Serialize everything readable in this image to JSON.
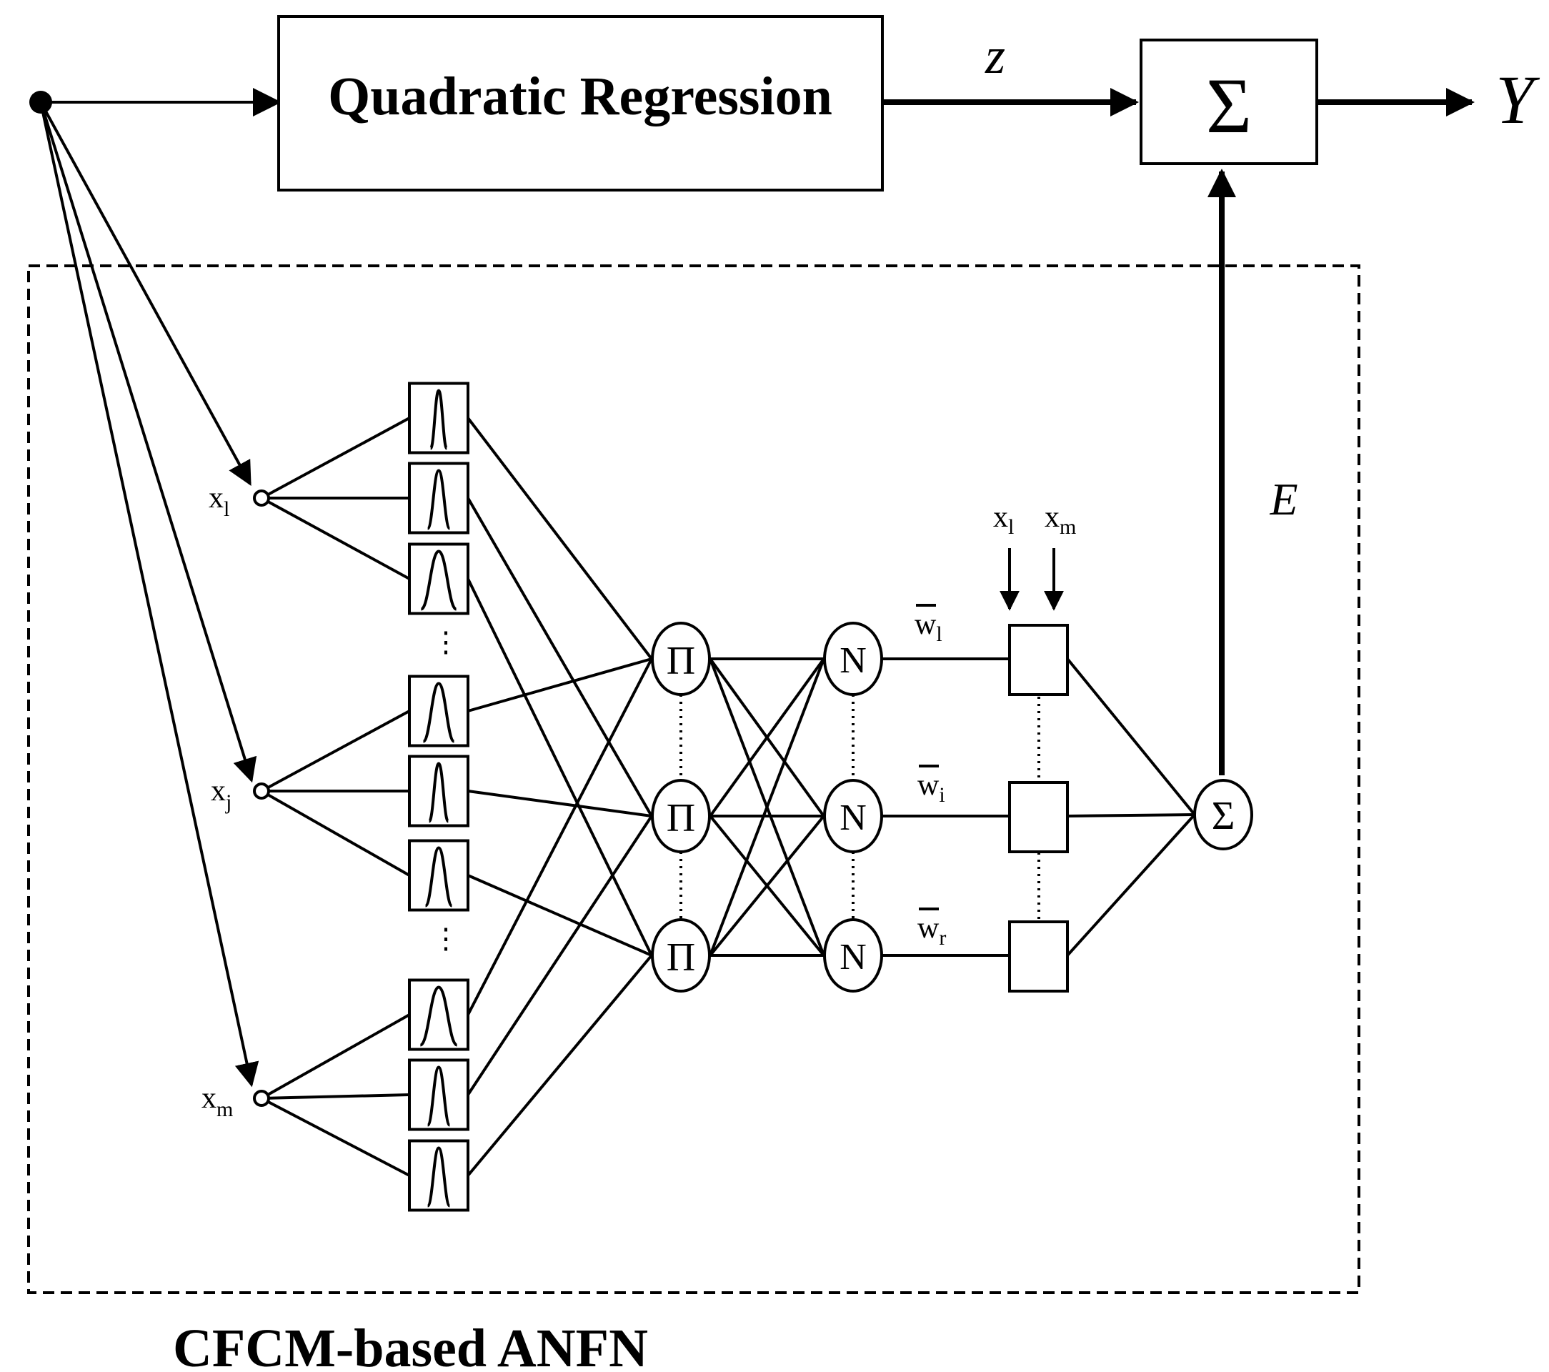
{
  "qr_label": "Quadratic Regression",
  "sum_top_symbol": "Σ",
  "z_label": "z",
  "y_label": "Y",
  "e_label": "E",
  "panel_label": "CFCM-based ANFN",
  "inputs": [
    {
      "base": "x",
      "sub": "l"
    },
    {
      "base": "x",
      "sub": "j"
    },
    {
      "base": "x",
      "sub": "m"
    }
  ],
  "product_symbol": "Π",
  "norm_symbol": "N",
  "sum_out_symbol": "Σ",
  "weights": [
    {
      "base": "w",
      "sub": "l"
    },
    {
      "base": "w",
      "sub": "i"
    },
    {
      "base": "w",
      "sub": "r"
    }
  ],
  "rule_inputs": [
    {
      "base": "x",
      "sub": "l"
    },
    {
      "base": "x",
      "sub": "m"
    }
  ],
  "vertical_ellipsis": "⋮"
}
